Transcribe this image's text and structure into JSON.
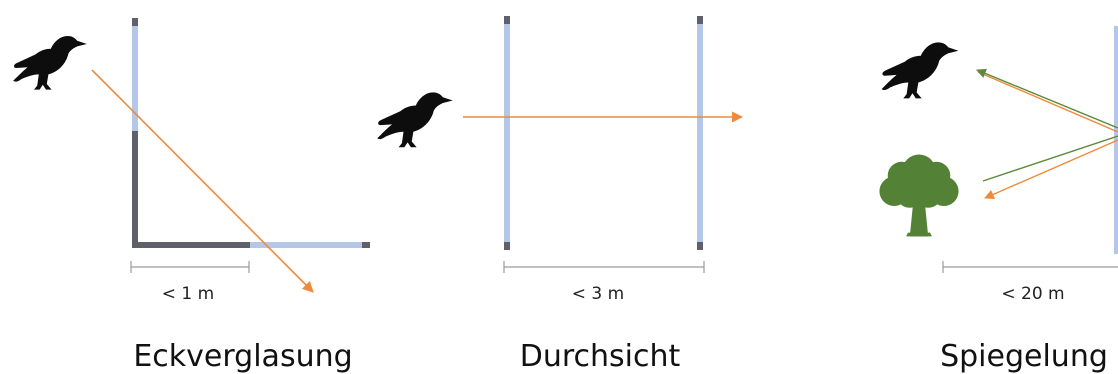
{
  "panels": [
    {
      "id": "eck",
      "title": "Eckverglasung",
      "distance_label": "< 1 m"
    },
    {
      "id": "durch",
      "title": "Durchsicht",
      "distance_label": "< 3 m"
    },
    {
      "id": "spiegel",
      "title": "Spiegelung",
      "distance_label": "< 20 m"
    }
  ],
  "colors": {
    "glass": "#b4c7e7",
    "frame": "#5f6069",
    "flight_path": "#f08a3a",
    "reflection_path": "#5a8a3a",
    "bird": "#0d0d0d",
    "tree": "#538135",
    "dimension_line": "#9a9a9a"
  },
  "icons": [
    "bird-icon",
    "tree-icon"
  ]
}
